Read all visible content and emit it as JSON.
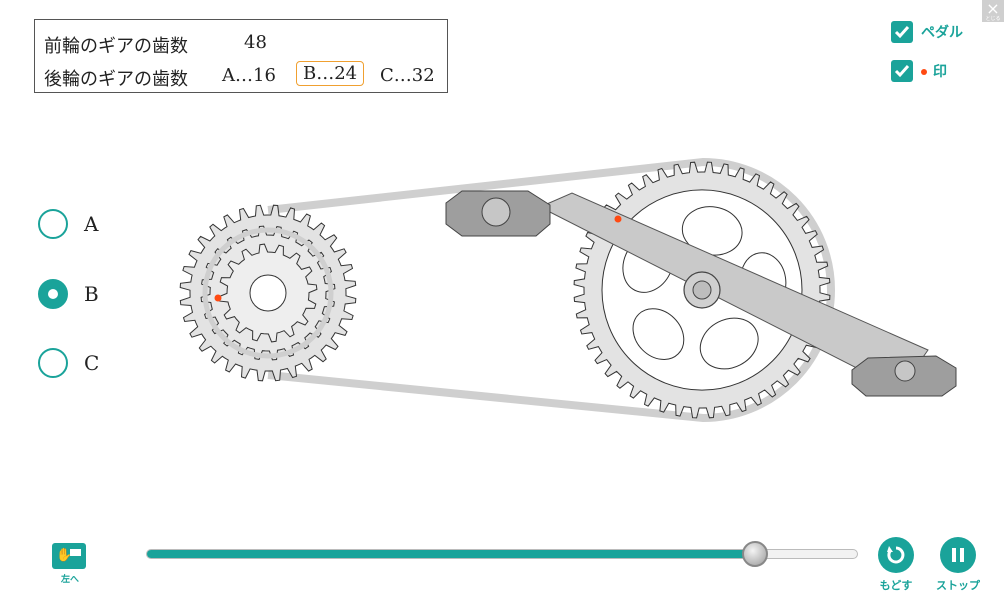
{
  "info": {
    "front_label": "前輪のギアの歯数",
    "front_value": "48",
    "rear_label": "後輪のギアの歯数",
    "option_a": "A…16",
    "option_b": "B…24",
    "option_c": "C…32"
  },
  "close_label": "×",
  "close_sub": "とじる",
  "checkboxes": [
    {
      "label": "ペダル",
      "checked": true
    },
    {
      "label": "印",
      "checked": true
    }
  ],
  "radios": [
    {
      "label": "A",
      "selected": false
    },
    {
      "label": "B",
      "selected": true
    },
    {
      "label": "C",
      "selected": false
    }
  ],
  "slider": {
    "progress": 0.855
  },
  "buttons": {
    "left": "左へ",
    "reset": "もどす",
    "stop": "ストップ"
  },
  "colors": {
    "accent": "#1aa39a",
    "highlight": "#f0a030",
    "marker": "#ff4a12",
    "gear_fill": "#e3e3e3"
  },
  "icons": [
    "hand-point-icon",
    "reset-icon",
    "pause-icon",
    "check-icon",
    "close-icon"
  ]
}
